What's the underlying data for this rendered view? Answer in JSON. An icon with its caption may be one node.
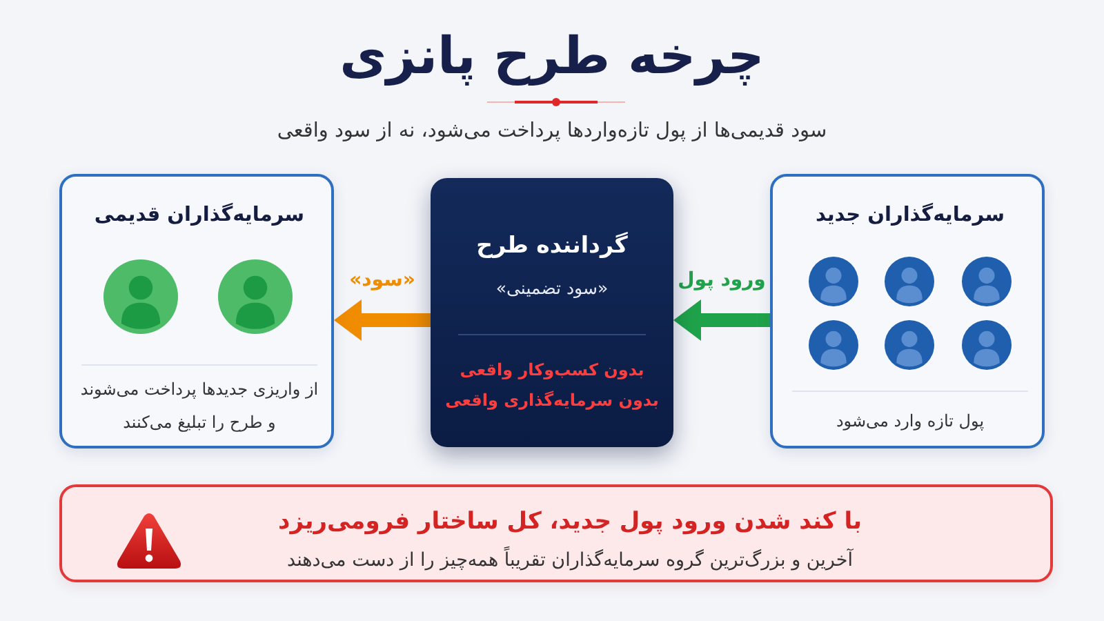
{
  "diagram": {
    "title": "چرخه طرح پانزی",
    "nodes": [
      {
        "text": [
          "سرمایه‌گذاران جدید",
          "پول تازه وارد می‌شود"
        ]
      },
      {
        "text": [
          "گرداننده طرح",
          "«سود تضمینی»",
          "بدون کسب‌وکار واقعی",
          "بدون سرمایه‌گذاری واقعی"
        ]
      },
      {
        "text": [
          "سرمایه‌گذاران قدیمی",
          "از واریزی جدیدها پرداخت می‌شوند و طرح را تبلیغ می‌کنند"
        ]
      },
      {
        "text": [
          "با کند شدن ورود پول جدید، کل ساختار فرومی‌ریزد",
          "آخرین و بزرگ‌ترین گروه سرمایه‌گذاران تقریباً همه‌چیز را از دست می‌دهند"
        ]
      }
    ],
    "edges": [
      {
        "from": 0,
        "to": 1,
        "arrow": "to",
        "label": "ورود پول",
        "color": "#1fa34a"
      },
      {
        "from": 1,
        "to": 2,
        "arrow": "to",
        "label": "«سود»",
        "color": "#f08c00"
      }
    ],
    "labels": [
      "سود قدیمی‌ها از پول تازه‌واردها پرداخت می‌شود، نه از سود واقعی"
    ]
  }
}
